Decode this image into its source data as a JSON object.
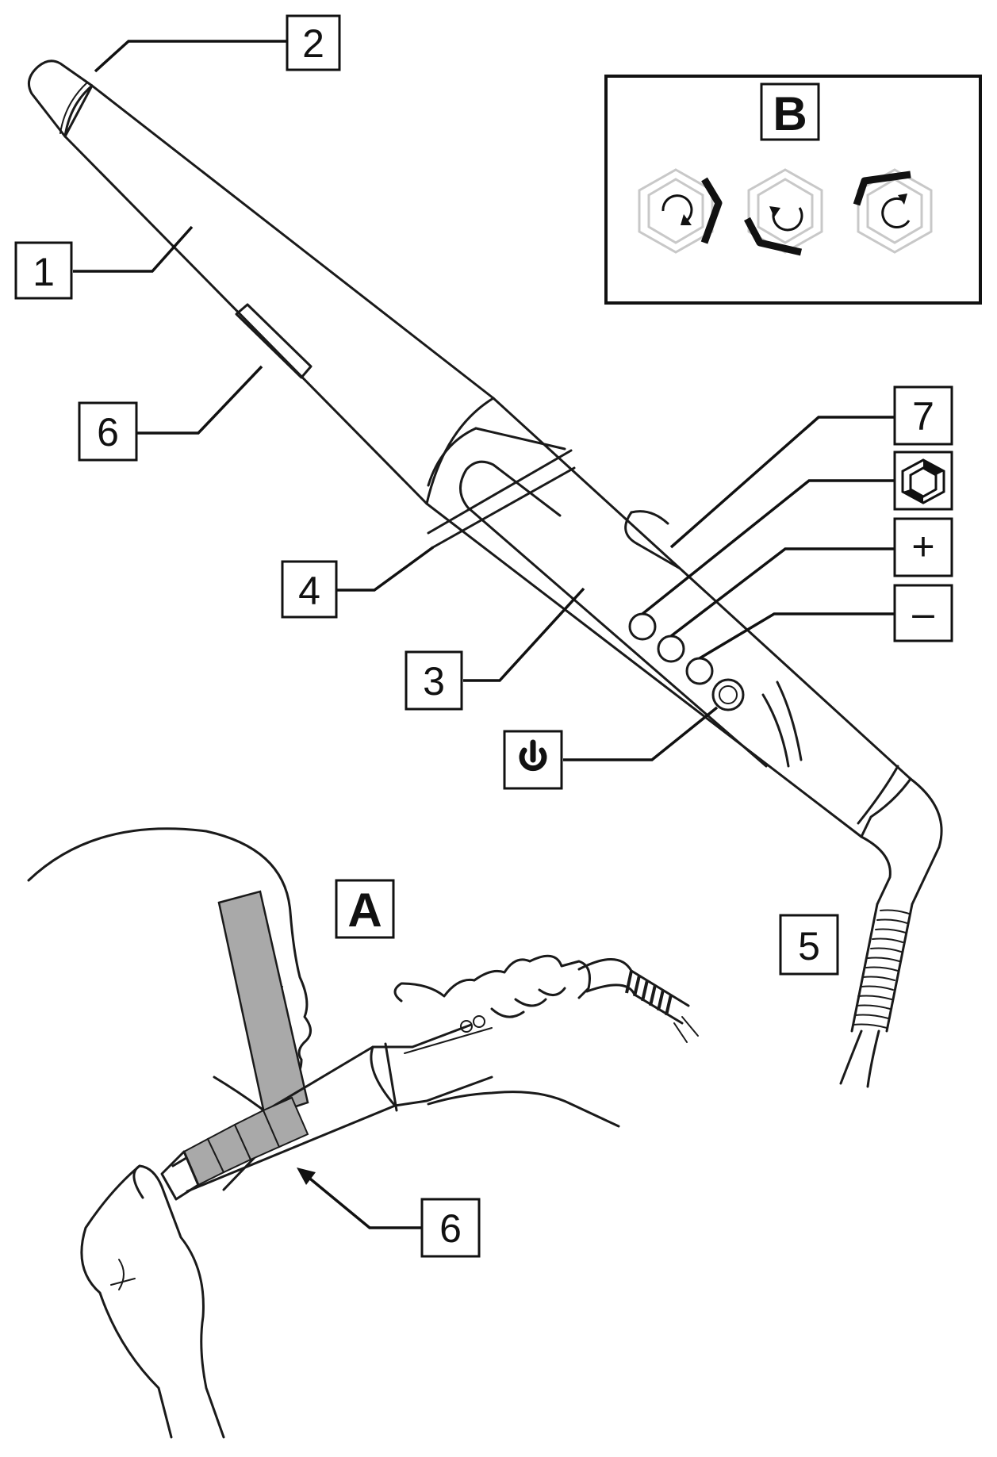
{
  "colors": {
    "ink": "#111111",
    "panel_border": "#111111",
    "sleeve_fill": "#a9a9a9",
    "icon_inactive": "#c8c8c8",
    "icon_active": "#111111"
  },
  "callouts": {
    "c1": "1",
    "c2": "2",
    "c3": "3",
    "c4": "4",
    "c5": "5",
    "c6_top": "6",
    "c6_bottom": "6",
    "c7": "7",
    "plus": "+",
    "minus": "–"
  },
  "icons": {
    "hex_mode": "hexagon-mode-icon",
    "power": "power-icon",
    "rotate_cw": "rotate-clockwise-hexagon-icon",
    "rotate_ccw": "rotate-counterclockwise-hexagon-icon",
    "rotate_alt": "rotate-alternate-hexagon-icon"
  },
  "inset_b": {
    "letter": "B"
  },
  "inset_a": {
    "letter": "A"
  }
}
